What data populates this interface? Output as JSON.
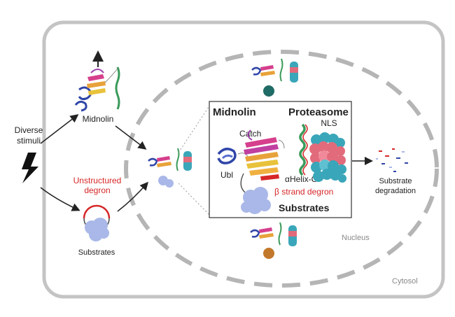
{
  "labels": {
    "diverse_stimuli_line1": "Diverse",
    "diverse_stimuli_line2": "stimuli",
    "midnolin_left": "Midnolin",
    "unstructured_degron_line1": "Unstructured",
    "unstructured_degron_line2": "degron",
    "substrates_left": "Substrates",
    "midnolin_box": "Midnolin",
    "proteasome": "Proteasome",
    "nls": "NLS",
    "catch": "Catch",
    "ubl": "Ubl",
    "alpha_helix": "αHelix-C",
    "beta_degron": "β strand degron",
    "substrates_box": "Substrates",
    "substrate_degradation_line1": "Substrate",
    "substrate_degradation_line2": "degradation",
    "nucleus": "Nucleus",
    "cytosol": "Cytosol"
  },
  "colors": {
    "membrane": "#b8b8b8",
    "degron_red": "#d62728",
    "substrate_blue": "#a9b8e8",
    "proteasome_teal": "#3aa6b9",
    "proteasome_pink": "#e26b7b",
    "beta_sheet": "#e8a23a",
    "ubl_blue": "#2f45a8"
  }
}
